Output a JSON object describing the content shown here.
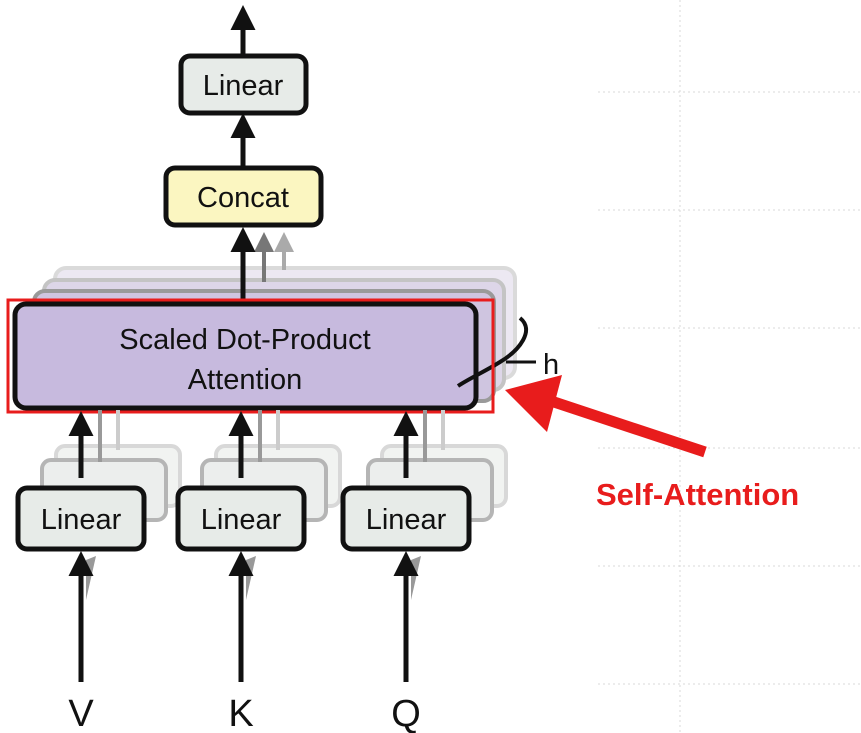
{
  "diagram": {
    "output_linear": "Linear",
    "concat": "Concat",
    "attention_line1": "Scaled Dot-Product",
    "attention_line2": "Attention",
    "heads_label": "h",
    "input_linears": [
      "Linear",
      "Linear",
      "Linear"
    ],
    "inputs": [
      "V",
      "K",
      "Q"
    ],
    "callout": "Self-Attention",
    "colors": {
      "linear_fill": "#e7ebe8",
      "concat_fill": "#fbf6c1",
      "attention_fill": "#c7bade",
      "highlight": "#e81c1c",
      "stroke": "#111111"
    }
  }
}
